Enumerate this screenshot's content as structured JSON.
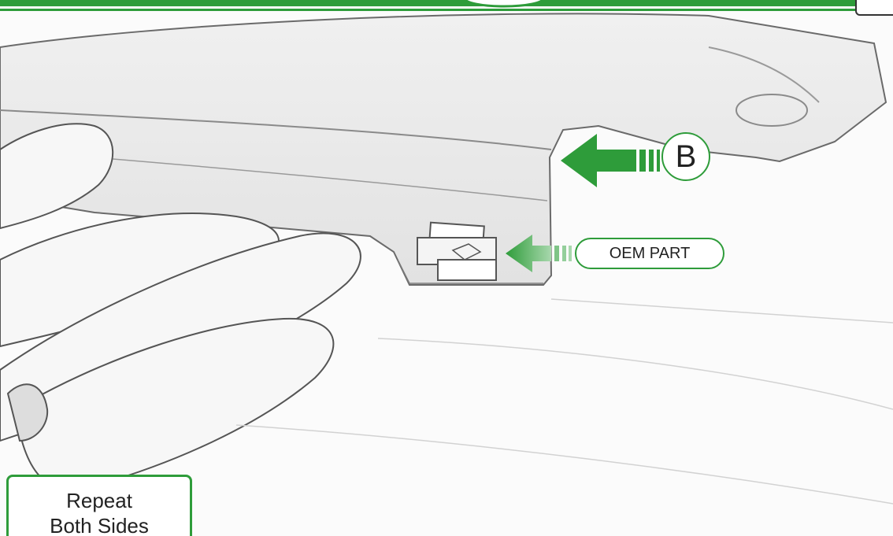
{
  "callouts": {
    "b_label": "B",
    "oem_label": "OEM PART"
  },
  "note": {
    "line1": "Repeat",
    "line2": "Both Sides"
  },
  "colors": {
    "accent": "#2e9c3a",
    "text": "#222222"
  }
}
